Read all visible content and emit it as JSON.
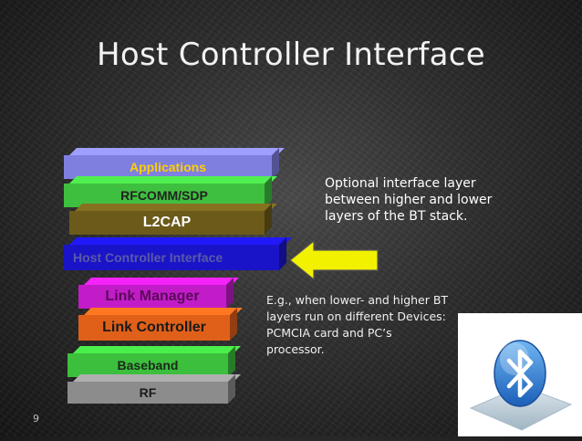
{
  "slide": {
    "title": "Host Controller Interface",
    "page_number": "9"
  },
  "layers": [
    {
      "id": "applications",
      "label": "Applications",
      "color": "#7f7fe0",
      "text_color": "#ffd000"
    },
    {
      "id": "rfcomm-sdp",
      "label": "RFCOMM/SDP",
      "color": "#3fbf3f",
      "text_color": "#222222"
    },
    {
      "id": "l2cap",
      "label": "L2CAP",
      "color": "#6b5a1a",
      "text_color": "#ffffff"
    },
    {
      "id": "hci",
      "label": "Host Controller Interface",
      "color": "#1a14c8",
      "text_color": "#5a5aa8"
    },
    {
      "id": "link-manager",
      "label": "Link Manager",
      "color": "#c21cc8",
      "text_color": "#5a0a5a"
    },
    {
      "id": "link-controller",
      "label": "Link Controller",
      "color": "#e0601a",
      "text_color": "#1a1a1a"
    },
    {
      "id": "baseband",
      "label": "Baseband",
      "color": "#3cbf3c",
      "text_color": "#1a2a1a"
    },
    {
      "id": "rf",
      "label": "RF",
      "color": "#8c8c8c",
      "text_color": "#1a1a1a"
    }
  ],
  "callouts": {
    "optional": "Optional interface layer between higher and lower layers of the BT stack.",
    "example": "E.g., when lower- and higher BT layers run on different Devices: PCMCIA card and PC’s processor."
  },
  "colors": {
    "arrow": "#f2f200",
    "background": "#2e2e2e",
    "bluetooth_badge": "#2a7fd6"
  }
}
